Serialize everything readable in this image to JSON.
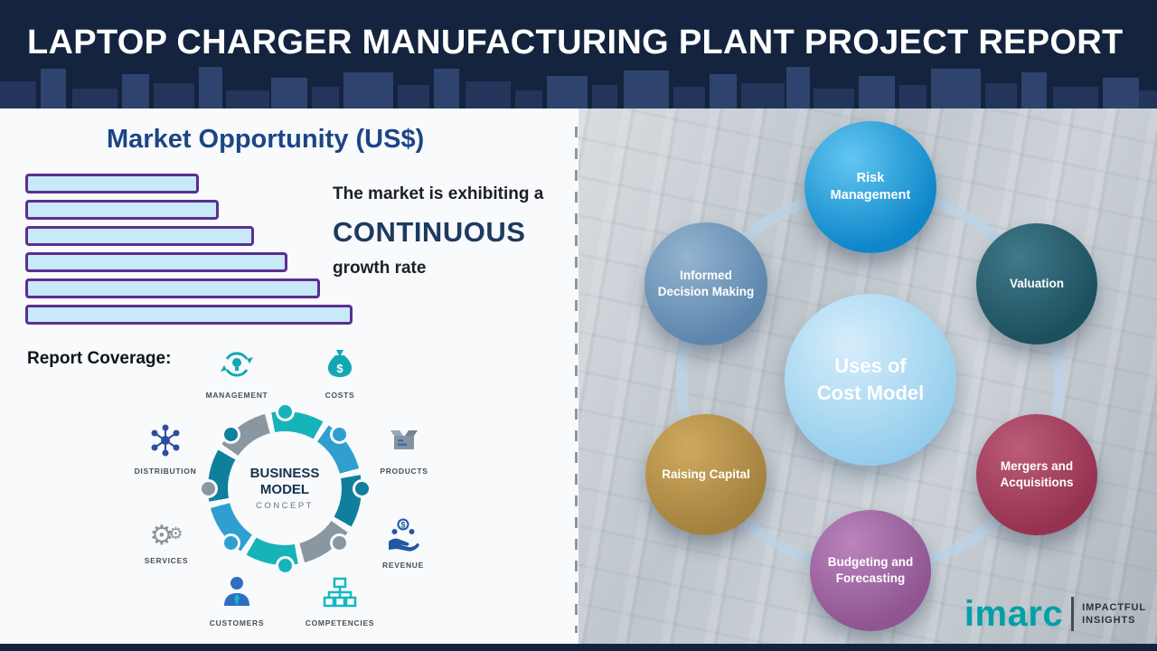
{
  "header": {
    "title": "LAPTOP CHARGER MANUFACTURING PLANT PROJECT REPORT",
    "bg_color": "#14243f"
  },
  "left_panel": {
    "market_title": "Market Opportunity (US$)",
    "growth_text": {
      "line1": "The market is exhibiting a",
      "line2": "CONTINUOUS",
      "line3": "growth rate"
    },
    "report_coverage_label": "Report Coverage:",
    "business_model": {
      "center": {
        "line1": "BUSINESS",
        "line2": "MODEL",
        "line3": "CONCEPT"
      },
      "items": [
        {
          "label": "MANAGEMENT",
          "icon": "recycle-lightbulb-icon"
        },
        {
          "label": "COSTS",
          "icon": "money-bag-icon"
        },
        {
          "label": "DISTRIBUTION",
          "icon": "network-hub-icon"
        },
        {
          "label": "PRODUCTS",
          "icon": "product-box-icon"
        },
        {
          "label": "SERVICES",
          "icon": "gears-icon"
        },
        {
          "label": "REVENUE",
          "icon": "hand-coins-icon"
        },
        {
          "label": "CUSTOMERS",
          "icon": "person-icon"
        },
        {
          "label": "COMPETENCIES",
          "icon": "org-chart-icon"
        }
      ]
    }
  },
  "chart_data": {
    "type": "bar",
    "orientation": "horizontal",
    "title": "Market Opportunity (US$)",
    "categories": [
      "bar1",
      "bar2",
      "bar3",
      "bar4",
      "bar5",
      "bar6"
    ],
    "values": [
      53,
      59,
      70,
      80,
      90,
      100
    ],
    "xlabel": "",
    "ylabel": "",
    "axis_labels_shown": false,
    "grid": false,
    "legend": false,
    "bar_fill": "#c7e9f8",
    "bar_border": "#5c2e91",
    "note": "Unlabeled illustrative bars increasing steadily from top to bottom"
  },
  "right_panel": {
    "center_circle": {
      "line1": "Uses of",
      "line2": "Cost Model"
    },
    "satellites": [
      {
        "label": "Risk Management",
        "color": "#0e86c9",
        "highlight": "#63c7f2"
      },
      {
        "label": "Informed Decision Making",
        "color": "#5d86ad",
        "highlight": "#93b4cf"
      },
      {
        "label": "Valuation",
        "color": "#1c505d",
        "highlight": "#41798a"
      },
      {
        "label": "Raising Capital",
        "color": "#a3823f",
        "highlight": "#cfa95e"
      },
      {
        "label": "Mergers and Acquisitions",
        "color": "#953250",
        "highlight": "#bb5c79"
      },
      {
        "label": "Budgeting and Forecasting",
        "color": "#8e5590",
        "highlight": "#bb84bd"
      }
    ]
  },
  "logo": {
    "brand": "imarc",
    "brand_color": "#00a0a8",
    "tagline_line1": "IMPACTFUL",
    "tagline_line2": "INSIGHTS"
  }
}
